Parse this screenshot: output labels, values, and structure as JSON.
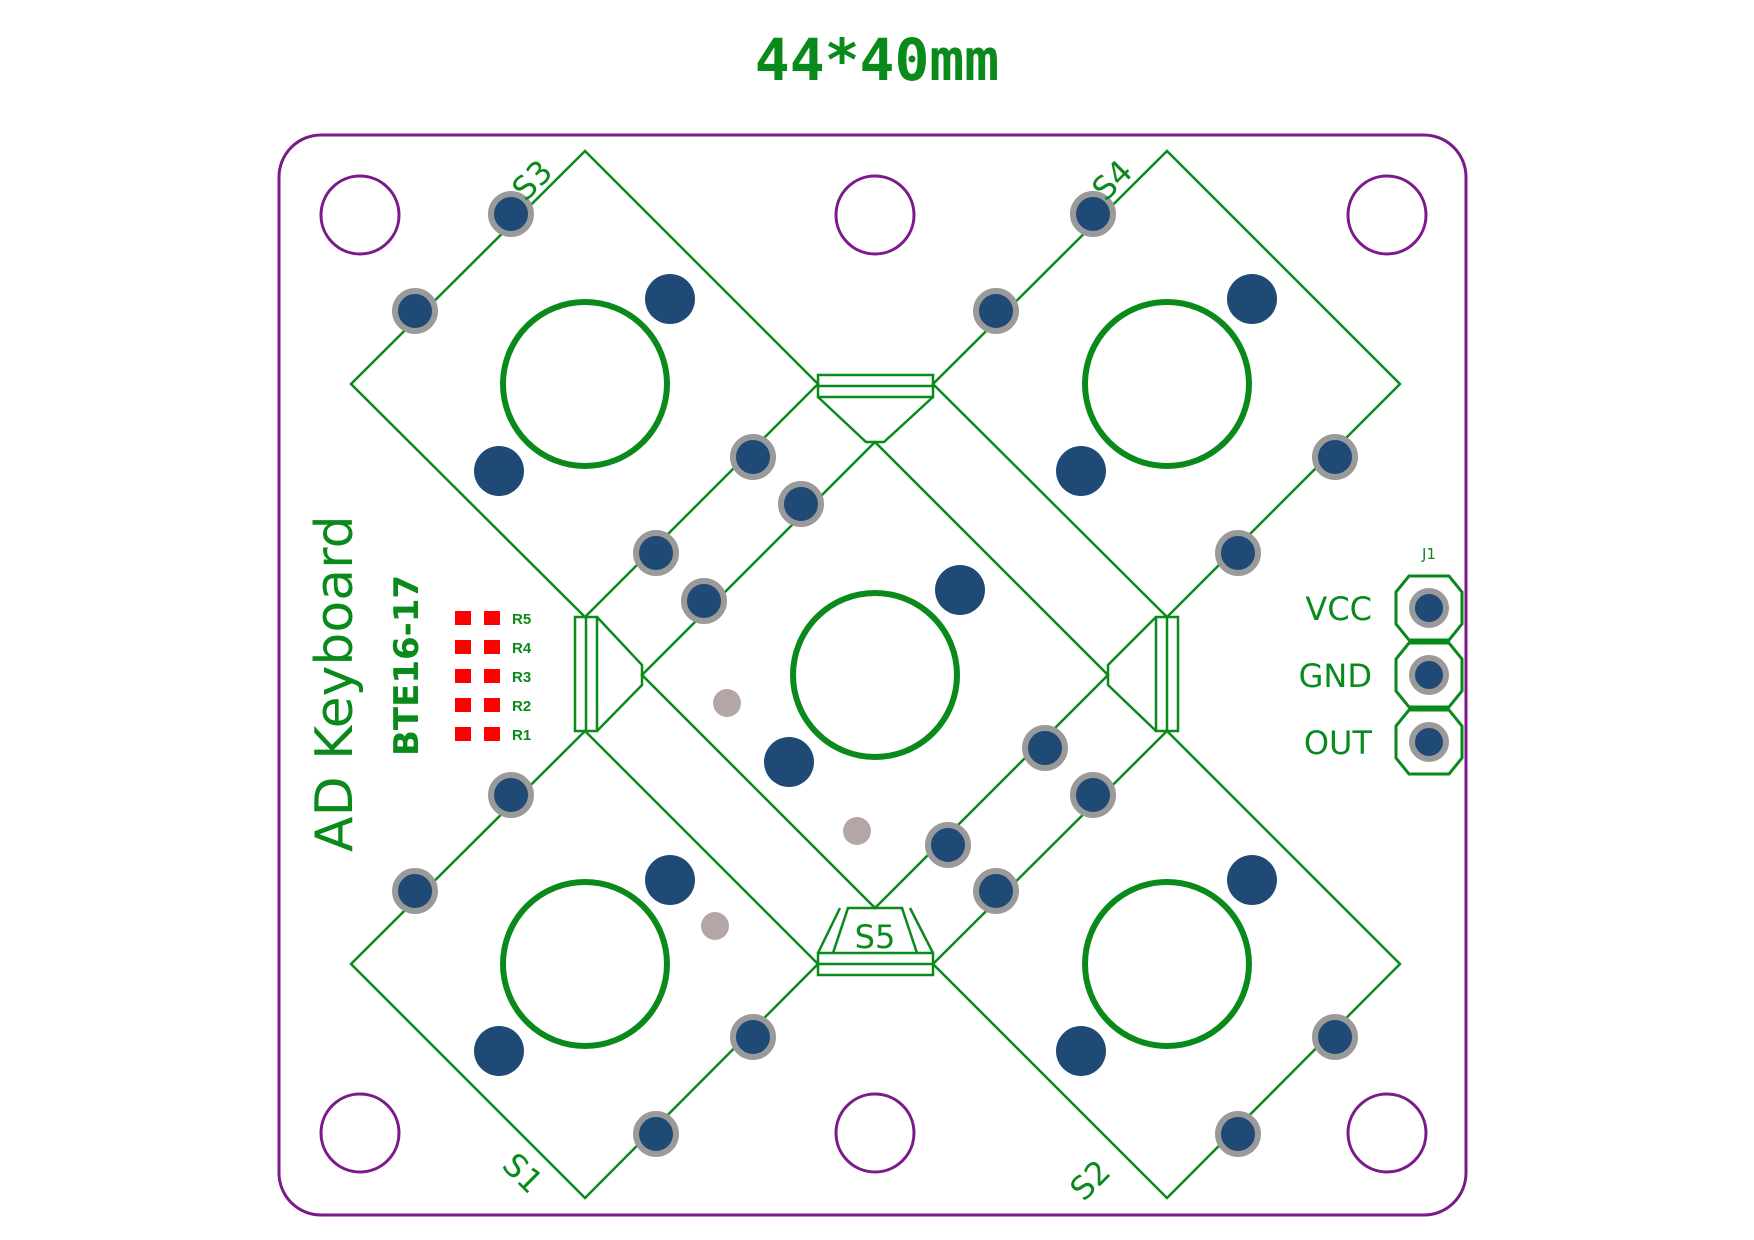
{
  "title": "44*40mm",
  "board_label": "AD Keyboard",
  "model_label": "BTE16-17",
  "switches": [
    {
      "ref": "S3"
    },
    {
      "ref": "S4"
    },
    {
      "ref": "S1"
    },
    {
      "ref": "S2"
    },
    {
      "ref": "S5"
    }
  ],
  "resistors": [
    "R5",
    "R4",
    "R3",
    "R2",
    "R1"
  ],
  "connector": {
    "ref": "J1",
    "pins": [
      "VCC",
      "GND",
      "OUT"
    ]
  },
  "colors": {
    "board_outline": "#7b1a8a",
    "silkscreen": "#0a8a1a",
    "pad_fill": "#1f4a75",
    "pad_ring": "#9a9a9a",
    "resistor_pad": "#ff0000",
    "background": "#ffffff"
  }
}
